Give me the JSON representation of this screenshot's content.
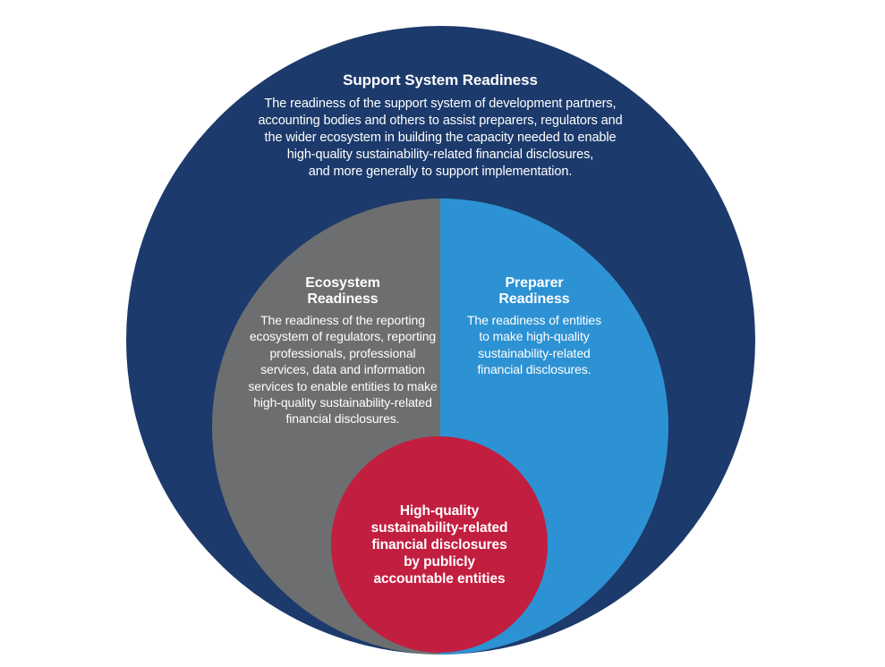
{
  "colors": {
    "outer_navy": "#1c3a6b",
    "ecosystem_gray": "#6d6e70",
    "preparer_blue": "#2d92d3",
    "disclosures_red": "#c21e40",
    "text_white": "#ffffff"
  },
  "diagram": {
    "support": {
      "title": "Support System Readiness",
      "lines": [
        "The readiness of the support system of development partners,",
        "accounting bodies and others to assist preparers, regulators and",
        "the wider ecosystem in building the capacity needed to enable",
        "high-quality sustainability-related financial disclosures,",
        "and more generally to support implementation."
      ]
    },
    "ecosystem": {
      "title_lines": [
        "Ecosystem",
        "Readiness"
      ],
      "lines": [
        "The readiness of the reporting",
        "ecosystem of regulators, reporting",
        "professionals,  professional",
        "services, data and information",
        "services to enable entities to make",
        "high-quality sustainability-related",
        "financial disclosures."
      ]
    },
    "preparer": {
      "title_lines": [
        "Preparer",
        "Readiness"
      ],
      "lines": [
        "The readiness of entities",
        "to make high-quality",
        "sustainability-related",
        "financial disclosures."
      ]
    },
    "disclosures": {
      "lines": [
        "High-quality",
        "sustainability-related",
        "financial disclosures",
        "by publicly",
        "accountable entities"
      ]
    }
  }
}
